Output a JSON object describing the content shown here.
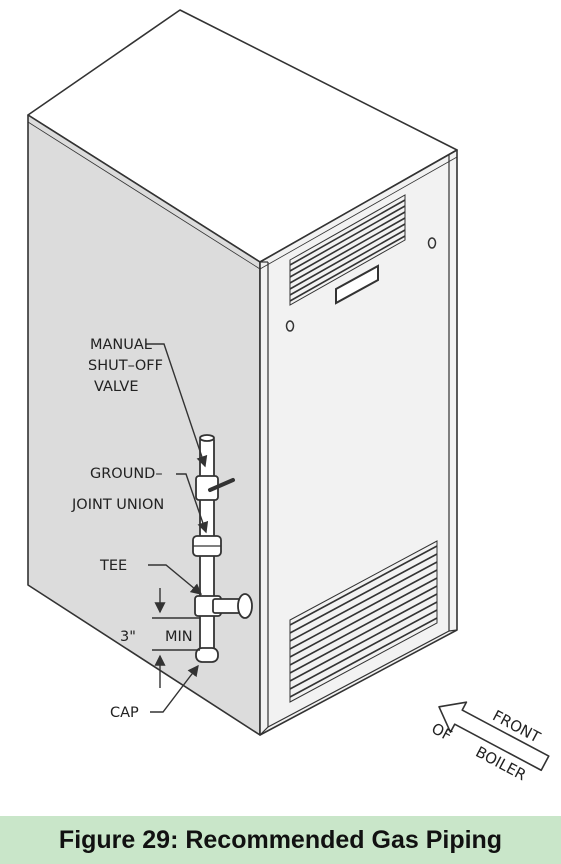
{
  "labels": {
    "manual_1": "MANUAL",
    "manual_2": "SHUT–OFF",
    "manual_3": "VALVE",
    "union_1": "GROUND–",
    "union_2": "JOINT UNION",
    "tee": "TEE",
    "dim_value": "3\"",
    "dim_unit": "MIN",
    "cap": "CAP"
  },
  "front_arrow": {
    "line_1": "FRONT",
    "line_2": "OF",
    "line_3": "BOILER"
  },
  "caption": "Figure 29: Recommended Gas Piping",
  "colors": {
    "side_panel": "#dcdcdc",
    "front_panel": "#f2f2f2",
    "top_panel": "#ffffff",
    "outline": "#333333",
    "caption_bg": "#c9e6c9"
  }
}
